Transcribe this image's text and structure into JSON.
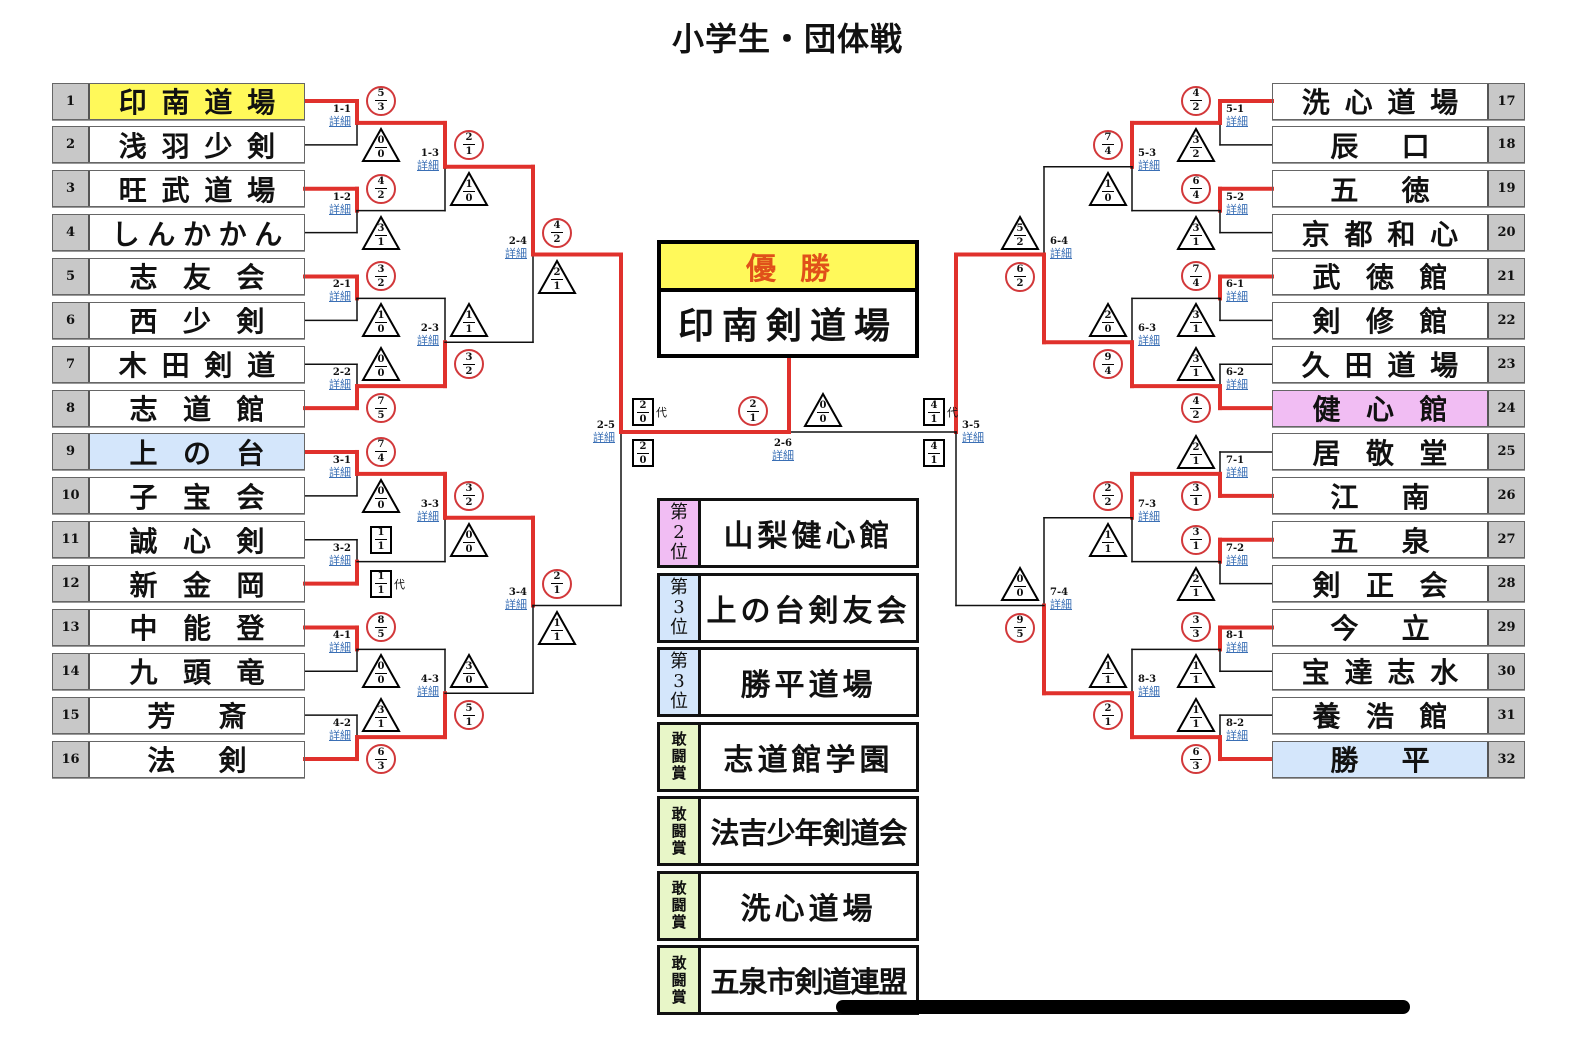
{
  "title": "小学生・団体戦",
  "detail_label": "詳細",
  "substitute_label": "代",
  "colors": {
    "winner_line": "#e0312c",
    "highlight_yellow": "#fff95a",
    "highlight_blue": "#d4e6fb",
    "highlight_pink": "#f1bdf3",
    "link": "#3a6fb5"
  },
  "left_teams": [
    {
      "rank": "1",
      "name": "印南道場",
      "highlight": "yellow"
    },
    {
      "rank": "2",
      "name": "浅羽少剣",
      "highlight": ""
    },
    {
      "rank": "3",
      "name": "旺武道場",
      "highlight": ""
    },
    {
      "rank": "4",
      "name": "しんかかん",
      "highlight": ""
    },
    {
      "rank": "5",
      "name": "志友会",
      "highlight": ""
    },
    {
      "rank": "6",
      "name": "西少剣",
      "highlight": ""
    },
    {
      "rank": "7",
      "name": "木田剣道",
      "highlight": ""
    },
    {
      "rank": "8",
      "name": "志道館",
      "highlight": ""
    },
    {
      "rank": "9",
      "name": "上の台",
      "highlight": "blue"
    },
    {
      "rank": "10",
      "name": "子宝会",
      "highlight": ""
    },
    {
      "rank": "11",
      "name": "誠心剣",
      "highlight": ""
    },
    {
      "rank": "12",
      "name": "新金岡",
      "highlight": ""
    },
    {
      "rank": "13",
      "name": "中能登",
      "highlight": ""
    },
    {
      "rank": "14",
      "name": "九頭竜",
      "highlight": ""
    },
    {
      "rank": "15",
      "name": "芳斎",
      "highlight": ""
    },
    {
      "rank": "16",
      "name": "法剣",
      "highlight": ""
    }
  ],
  "right_teams": [
    {
      "rank": "17",
      "name": "洗心道場",
      "highlight": ""
    },
    {
      "rank": "18",
      "name": "辰口",
      "highlight": ""
    },
    {
      "rank": "19",
      "name": "五徳",
      "highlight": ""
    },
    {
      "rank": "20",
      "name": "京都和心",
      "highlight": ""
    },
    {
      "rank": "21",
      "name": "武徳館",
      "highlight": ""
    },
    {
      "rank": "22",
      "name": "剣修館",
      "highlight": ""
    },
    {
      "rank": "23",
      "name": "久田道場",
      "highlight": ""
    },
    {
      "rank": "24",
      "name": "健心館",
      "highlight": "pink"
    },
    {
      "rank": "25",
      "name": "居敬堂",
      "highlight": ""
    },
    {
      "rank": "26",
      "name": "江南",
      "highlight": ""
    },
    {
      "rank": "27",
      "name": "五泉",
      "highlight": ""
    },
    {
      "rank": "28",
      "name": "剣正会",
      "highlight": ""
    },
    {
      "rank": "29",
      "name": "今立",
      "highlight": ""
    },
    {
      "rank": "30",
      "name": "宝達志水",
      "highlight": ""
    },
    {
      "rank": "31",
      "name": "養浩館",
      "highlight": ""
    },
    {
      "rank": "32",
      "name": "勝平",
      "highlight": "blue"
    }
  ],
  "matches": [
    {
      "id": "1-1",
      "side": "L",
      "round": 1,
      "a": 1,
      "b": 2,
      "winner": "a",
      "win_score": [
        "5",
        "3"
      ],
      "win_mark": "circle",
      "lose_score": [
        "0",
        "0"
      ],
      "lose_mark": "tri"
    },
    {
      "id": "1-2",
      "side": "L",
      "round": 1,
      "a": 3,
      "b": 4,
      "winner": "a",
      "win_score": [
        "4",
        "2"
      ],
      "win_mark": "circle",
      "lose_score": [
        "3",
        "1"
      ],
      "lose_mark": "tri"
    },
    {
      "id": "2-1",
      "side": "L",
      "round": 1,
      "a": 5,
      "b": 6,
      "winner": "a",
      "win_score": [
        "3",
        "2"
      ],
      "win_mark": "circle",
      "lose_score": [
        "1",
        "0"
      ],
      "lose_mark": "tri"
    },
    {
      "id": "2-2",
      "side": "L",
      "round": 1,
      "a": 7,
      "b": 8,
      "winner": "b",
      "win_score": [
        "7",
        "5"
      ],
      "win_mark": "circle",
      "lose_score": [
        "0",
        "0"
      ],
      "lose_mark": "tri"
    },
    {
      "id": "3-1",
      "side": "L",
      "round": 1,
      "a": 9,
      "b": 10,
      "winner": "a",
      "win_score": [
        "7",
        "4"
      ],
      "win_mark": "circle",
      "lose_score": [
        "0",
        "0"
      ],
      "lose_mark": "tri"
    },
    {
      "id": "3-2",
      "side": "L",
      "round": 1,
      "a": 11,
      "b": 12,
      "winner": "b",
      "win_score": [
        "1",
        "1"
      ],
      "win_mark": "sq",
      "win_sub": true,
      "lose_score": [
        "1",
        "1"
      ],
      "lose_mark": "sq"
    },
    {
      "id": "4-1",
      "side": "L",
      "round": 1,
      "a": 13,
      "b": 14,
      "winner": "a",
      "win_score": [
        "8",
        "5"
      ],
      "win_mark": "circle",
      "lose_score": [
        "0",
        "0"
      ],
      "lose_mark": "tri"
    },
    {
      "id": "4-2",
      "side": "L",
      "round": 1,
      "a": 15,
      "b": 16,
      "winner": "b",
      "win_score": [
        "6",
        "3"
      ],
      "win_mark": "circle",
      "lose_score": [
        "3",
        "1"
      ],
      "lose_mark": "tri"
    },
    {
      "id": "1-3",
      "side": "L",
      "round": 2,
      "a": "1-1",
      "b": "1-2",
      "winner": "a",
      "win_score": [
        "2",
        "1"
      ],
      "win_mark": "circle",
      "lose_score": [
        "1",
        "0"
      ],
      "lose_mark": "tri"
    },
    {
      "id": "2-3",
      "side": "L",
      "round": 2,
      "a": "2-1",
      "b": "2-2",
      "winner": "b",
      "win_score": [
        "3",
        "2"
      ],
      "win_mark": "circle",
      "lose_score": [
        "1",
        "1"
      ],
      "lose_mark": "tri"
    },
    {
      "id": "3-3",
      "side": "L",
      "round": 2,
      "a": "3-1",
      "b": "3-2",
      "winner": "a",
      "win_score": [
        "3",
        "2"
      ],
      "win_mark": "circle",
      "lose_score": [
        "0",
        "0"
      ],
      "lose_mark": "tri"
    },
    {
      "id": "4-3",
      "side": "L",
      "round": 2,
      "a": "4-1",
      "b": "4-2",
      "winner": "b",
      "win_score": [
        "5",
        "1"
      ],
      "win_mark": "circle",
      "lose_score": [
        "3",
        "0"
      ],
      "lose_mark": "tri"
    },
    {
      "id": "2-4",
      "side": "L",
      "round": 3,
      "a": "1-3",
      "b": "2-3",
      "winner": "a",
      "win_score": [
        "4",
        "2"
      ],
      "win_mark": "circle",
      "lose_score": [
        "2",
        "1"
      ],
      "lose_mark": "tri"
    },
    {
      "id": "3-4",
      "side": "L",
      "round": 3,
      "a": "3-3",
      "b": "4-3",
      "winner": "a",
      "win_score": [
        "2",
        "1"
      ],
      "win_mark": "circle",
      "lose_score": [
        "1",
        "1"
      ],
      "lose_mark": "tri"
    },
    {
      "id": "2-5",
      "side": "L",
      "round": 4,
      "a": "2-4",
      "b": "3-4",
      "winner": "a",
      "win_score": [
        "2",
        "0"
      ],
      "win_mark": "sq",
      "win_sub": true,
      "lose_score": [
        "2",
        "0"
      ],
      "lose_mark": "sq"
    },
    {
      "id": "5-1",
      "side": "R",
      "round": 1,
      "a": 17,
      "b": 18,
      "winner": "a",
      "win_score": [
        "4",
        "2"
      ],
      "win_mark": "circle",
      "lose_score": [
        "3",
        "2"
      ],
      "lose_mark": "tri"
    },
    {
      "id": "5-2",
      "side": "R",
      "round": 1,
      "a": 19,
      "b": 20,
      "winner": "a",
      "win_score": [
        "6",
        "4"
      ],
      "win_mark": "circle",
      "lose_score": [
        "3",
        "1"
      ],
      "lose_mark": "tri"
    },
    {
      "id": "6-1",
      "side": "R",
      "round": 1,
      "a": 21,
      "b": 22,
      "winner": "a",
      "win_score": [
        "7",
        "4"
      ],
      "win_mark": "circle",
      "lose_score": [
        "3",
        "1"
      ],
      "lose_mark": "tri"
    },
    {
      "id": "6-2",
      "side": "R",
      "round": 1,
      "a": 23,
      "b": 24,
      "winner": "b",
      "win_score": [
        "4",
        "2"
      ],
      "win_mark": "circle",
      "lose_score": [
        "3",
        "1"
      ],
      "lose_mark": "tri"
    },
    {
      "id": "7-1",
      "side": "R",
      "round": 1,
      "a": 25,
      "b": 26,
      "winner": "b",
      "win_score": [
        "3",
        "1"
      ],
      "win_mark": "circle",
      "lose_score": [
        "2",
        "1"
      ],
      "lose_mark": "tri"
    },
    {
      "id": "7-2",
      "side": "R",
      "round": 1,
      "a": 27,
      "b": 28,
      "winner": "a",
      "win_score": [
        "3",
        "1"
      ],
      "win_mark": "circle",
      "lose_score": [
        "2",
        "1"
      ],
      "lose_mark": "tri"
    },
    {
      "id": "8-1",
      "side": "R",
      "round": 1,
      "a": 29,
      "b": 30,
      "winner": "a",
      "win_score": [
        "3",
        "3"
      ],
      "win_mark": "circle",
      "lose_score": [
        "1",
        "1"
      ],
      "lose_mark": "tri"
    },
    {
      "id": "8-2",
      "side": "R",
      "round": 1,
      "a": 31,
      "b": 32,
      "winner": "b",
      "win_score": [
        "6",
        "3"
      ],
      "win_mark": "circle",
      "lose_score": [
        "1",
        "1"
      ],
      "lose_mark": "tri"
    },
    {
      "id": "5-3",
      "side": "R",
      "round": 2,
      "a": "5-1",
      "b": "5-2",
      "winner": "a",
      "win_score": [
        "7",
        "4"
      ],
      "win_mark": "circle",
      "lose_score": [
        "1",
        "0"
      ],
      "lose_mark": "tri"
    },
    {
      "id": "6-3",
      "side": "R",
      "round": 2,
      "a": "6-1",
      "b": "6-2",
      "winner": "b",
      "win_score": [
        "9",
        "4"
      ],
      "win_mark": "circle",
      "lose_score": [
        "2",
        "0"
      ],
      "lose_mark": "tri"
    },
    {
      "id": "7-3",
      "side": "R",
      "round": 2,
      "a": "7-1",
      "b": "7-2",
      "winner": "a",
      "win_score": [
        "2",
        "2"
      ],
      "win_mark": "circle",
      "lose_score": [
        "1",
        "1"
      ],
      "lose_mark": "tri"
    },
    {
      "id": "8-3",
      "side": "R",
      "round": 2,
      "a": "8-1",
      "b": "8-2",
      "winner": "b",
      "win_score": [
        "2",
        "1"
      ],
      "win_mark": "circle",
      "lose_score": [
        "1",
        "1"
      ],
      "lose_mark": "tri"
    },
    {
      "id": "6-4",
      "side": "R",
      "round": 3,
      "a": "5-3",
      "b": "6-3",
      "winner": "b",
      "win_score": [
        "6",
        "2"
      ],
      "win_mark": "circle",
      "lose_score": [
        "5",
        "2"
      ],
      "lose_mark": "tri"
    },
    {
      "id": "7-4",
      "side": "R",
      "round": 3,
      "a": "7-3",
      "b": "8-3",
      "winner": "b",
      "win_score": [
        "9",
        "5"
      ],
      "win_mark": "circle",
      "lose_score": [
        "0",
        "0"
      ],
      "lose_mark": "tri"
    },
    {
      "id": "3-5",
      "side": "R",
      "round": 4,
      "a": "6-4",
      "b": "7-4",
      "winner": "a",
      "win_score": [
        "4",
        "1"
      ],
      "win_mark": "sq",
      "win_sub": true,
      "lose_score": [
        "4",
        "1"
      ],
      "lose_mark": "sq"
    }
  ],
  "final": {
    "id": "2-6",
    "winner": "L",
    "win_score": [
      "2",
      "1"
    ],
    "lose_score": [
      "0",
      "0"
    ]
  },
  "champion": {
    "label": "優勝",
    "name": "印南剣道場"
  },
  "awards": [
    {
      "tag": [
        "第",
        "2",
        "位"
      ],
      "tag_color": "pink",
      "name": "山梨健心館"
    },
    {
      "tag": [
        "第",
        "3",
        "位"
      ],
      "tag_color": "blue",
      "name": "上の台剣友会"
    },
    {
      "tag": [
        "第",
        "3",
        "位"
      ],
      "tag_color": "blue",
      "name": "勝平道場"
    },
    {
      "tag": [
        "敢",
        "闘",
        "賞"
      ],
      "tag_color": "green",
      "name": "志道館学園"
    },
    {
      "tag": [
        "敢",
        "闘",
        "賞"
      ],
      "tag_color": "green",
      "name": "法吉少年剣道会"
    },
    {
      "tag": [
        "敢",
        "闘",
        "賞"
      ],
      "tag_color": "green",
      "name": "洗心道場"
    },
    {
      "tag": [
        "敢",
        "闘",
        "賞"
      ],
      "tag_color": "green",
      "name": "五泉市剣道連盟"
    }
  ]
}
